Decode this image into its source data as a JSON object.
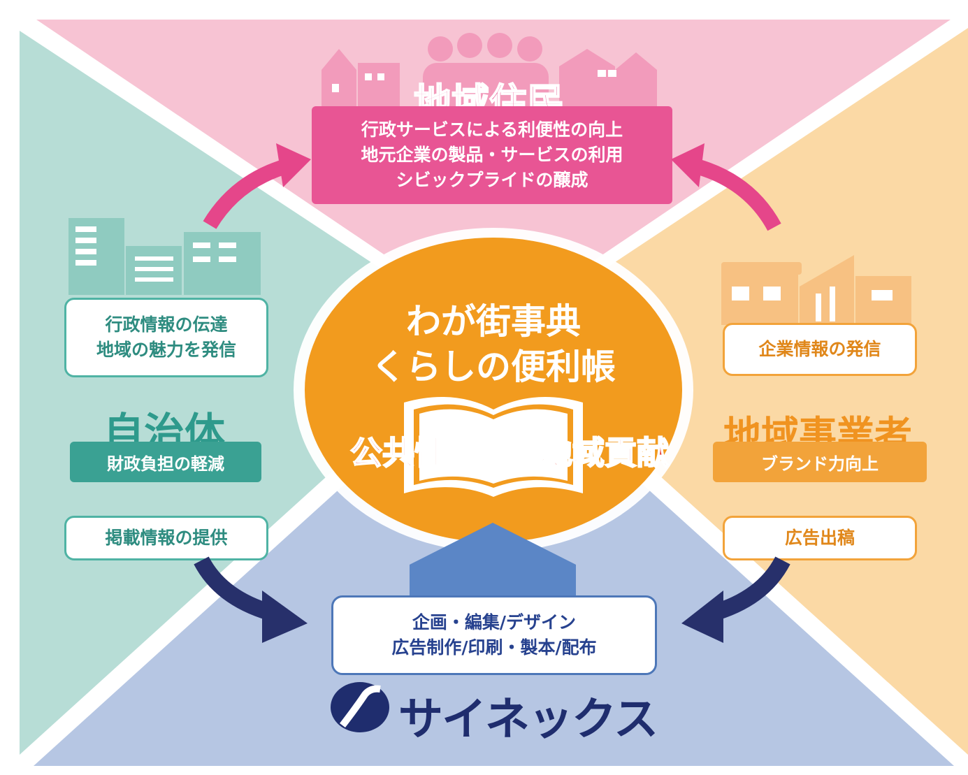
{
  "residents": {
    "title": "地域住民",
    "lines": [
      "行政サービスによる利便性の向上",
      "地元企業の製品・サービスの利用",
      "シビックプライドの醸成"
    ]
  },
  "municipality": {
    "box_lines": [
      "行政情報の伝達",
      "地域の魅力を発信"
    ],
    "title": "自治体",
    "subtitle": "財政負担の軽減",
    "provide_label": "掲載情報の提供"
  },
  "business": {
    "box_label": "企業情報の発信",
    "title": "地域事業者",
    "subtitle": "ブランド力向上",
    "ad_label": "広告出稿"
  },
  "center": {
    "title_lines": [
      "わが街事典",
      "くらしの便利帳"
    ],
    "left_word": "公共性",
    "right_word": "地域貢献"
  },
  "company": {
    "service_lines": [
      "企画・編集/デザイン",
      "広告制作/印刷・製本/配布"
    ],
    "logo_text": "サイネックス"
  },
  "colors": {
    "pink_bg": "#f7c3d3",
    "teal_bg": "#b7ddd6",
    "orange_bg": "#fbd9a5",
    "blue_bg": "#b6c6e3",
    "center_orange": "#f29b1e",
    "pink_accent": "#e5468a",
    "navy": "#27306b",
    "teal_accent": "#3aa193",
    "orange_accent": "#f2a33a"
  }
}
